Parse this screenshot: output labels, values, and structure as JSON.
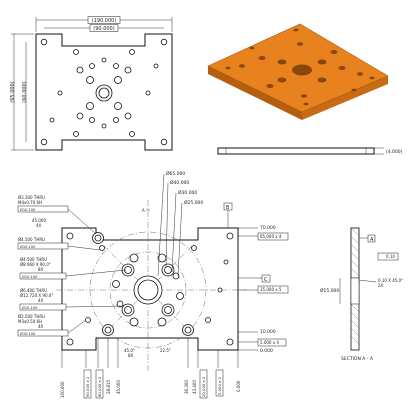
{
  "top_view": {
    "overall_width": "(190.000)",
    "hole_span_x": "(90.000)",
    "overall_height": "(65.000)",
    "hole_span_y": "(60.000)"
  },
  "side_view": {
    "thickness": "(4.000)"
  },
  "callouts": {
    "d65": "Ø65.000",
    "d40": "Ø40.000",
    "d30": "Ø30.000",
    "d25": "Ø25.000",
    "thru_330": "Ø3.300 THRU",
    "m4": "M4x0.70 6H",
    "cb1": "Ø10.100",
    "r45": "45.000",
    "n4x": "4X",
    "d4500": "Ø4.500 THRU",
    "cb2": "Ø8.960 X 90.0°",
    "n8x": "8X",
    "d6400": "Ø6.400 THRU",
    "cb3": "Ø12.720 X 90.0°",
    "d2500": "Ø2.500 THRU",
    "m3": "M3x0.50 6H",
    "angle45": "45.0°",
    "angle225": "22.5°",
    "count8x": "8X"
  },
  "right_dims": {
    "d70": "70.000",
    "d65x4": "65.000 x 4",
    "d35x5": "35.000 x 5",
    "d10": "10.000",
    "d5x4": "5.000 x 4",
    "d0": "0.000"
  },
  "bottom_dims": {
    "b100": "100.000",
    "b90x2": "90.000 x 2",
    "b80x2": "80.000 x 2",
    "b2815": "28.815",
    "b4500": "45.000",
    "b3630": "36.300",
    "b4340": "43.400",
    "b20x2": "20.000 x 2",
    "b5x2": "5.000 x 2",
    "b0": "0.000"
  },
  "datums": {
    "a": "A",
    "b": "B",
    "c": "C"
  },
  "section": {
    "label": "SECTION A - A",
    "d15": "Ø15.000",
    "chamfer": "0.10 X 45.0°",
    "chamfer_count": "2X",
    "flatness": "0.10"
  },
  "colors": {
    "plate": "#e8821f",
    "plate_dark": "#b65e10",
    "ink": "#222222"
  }
}
